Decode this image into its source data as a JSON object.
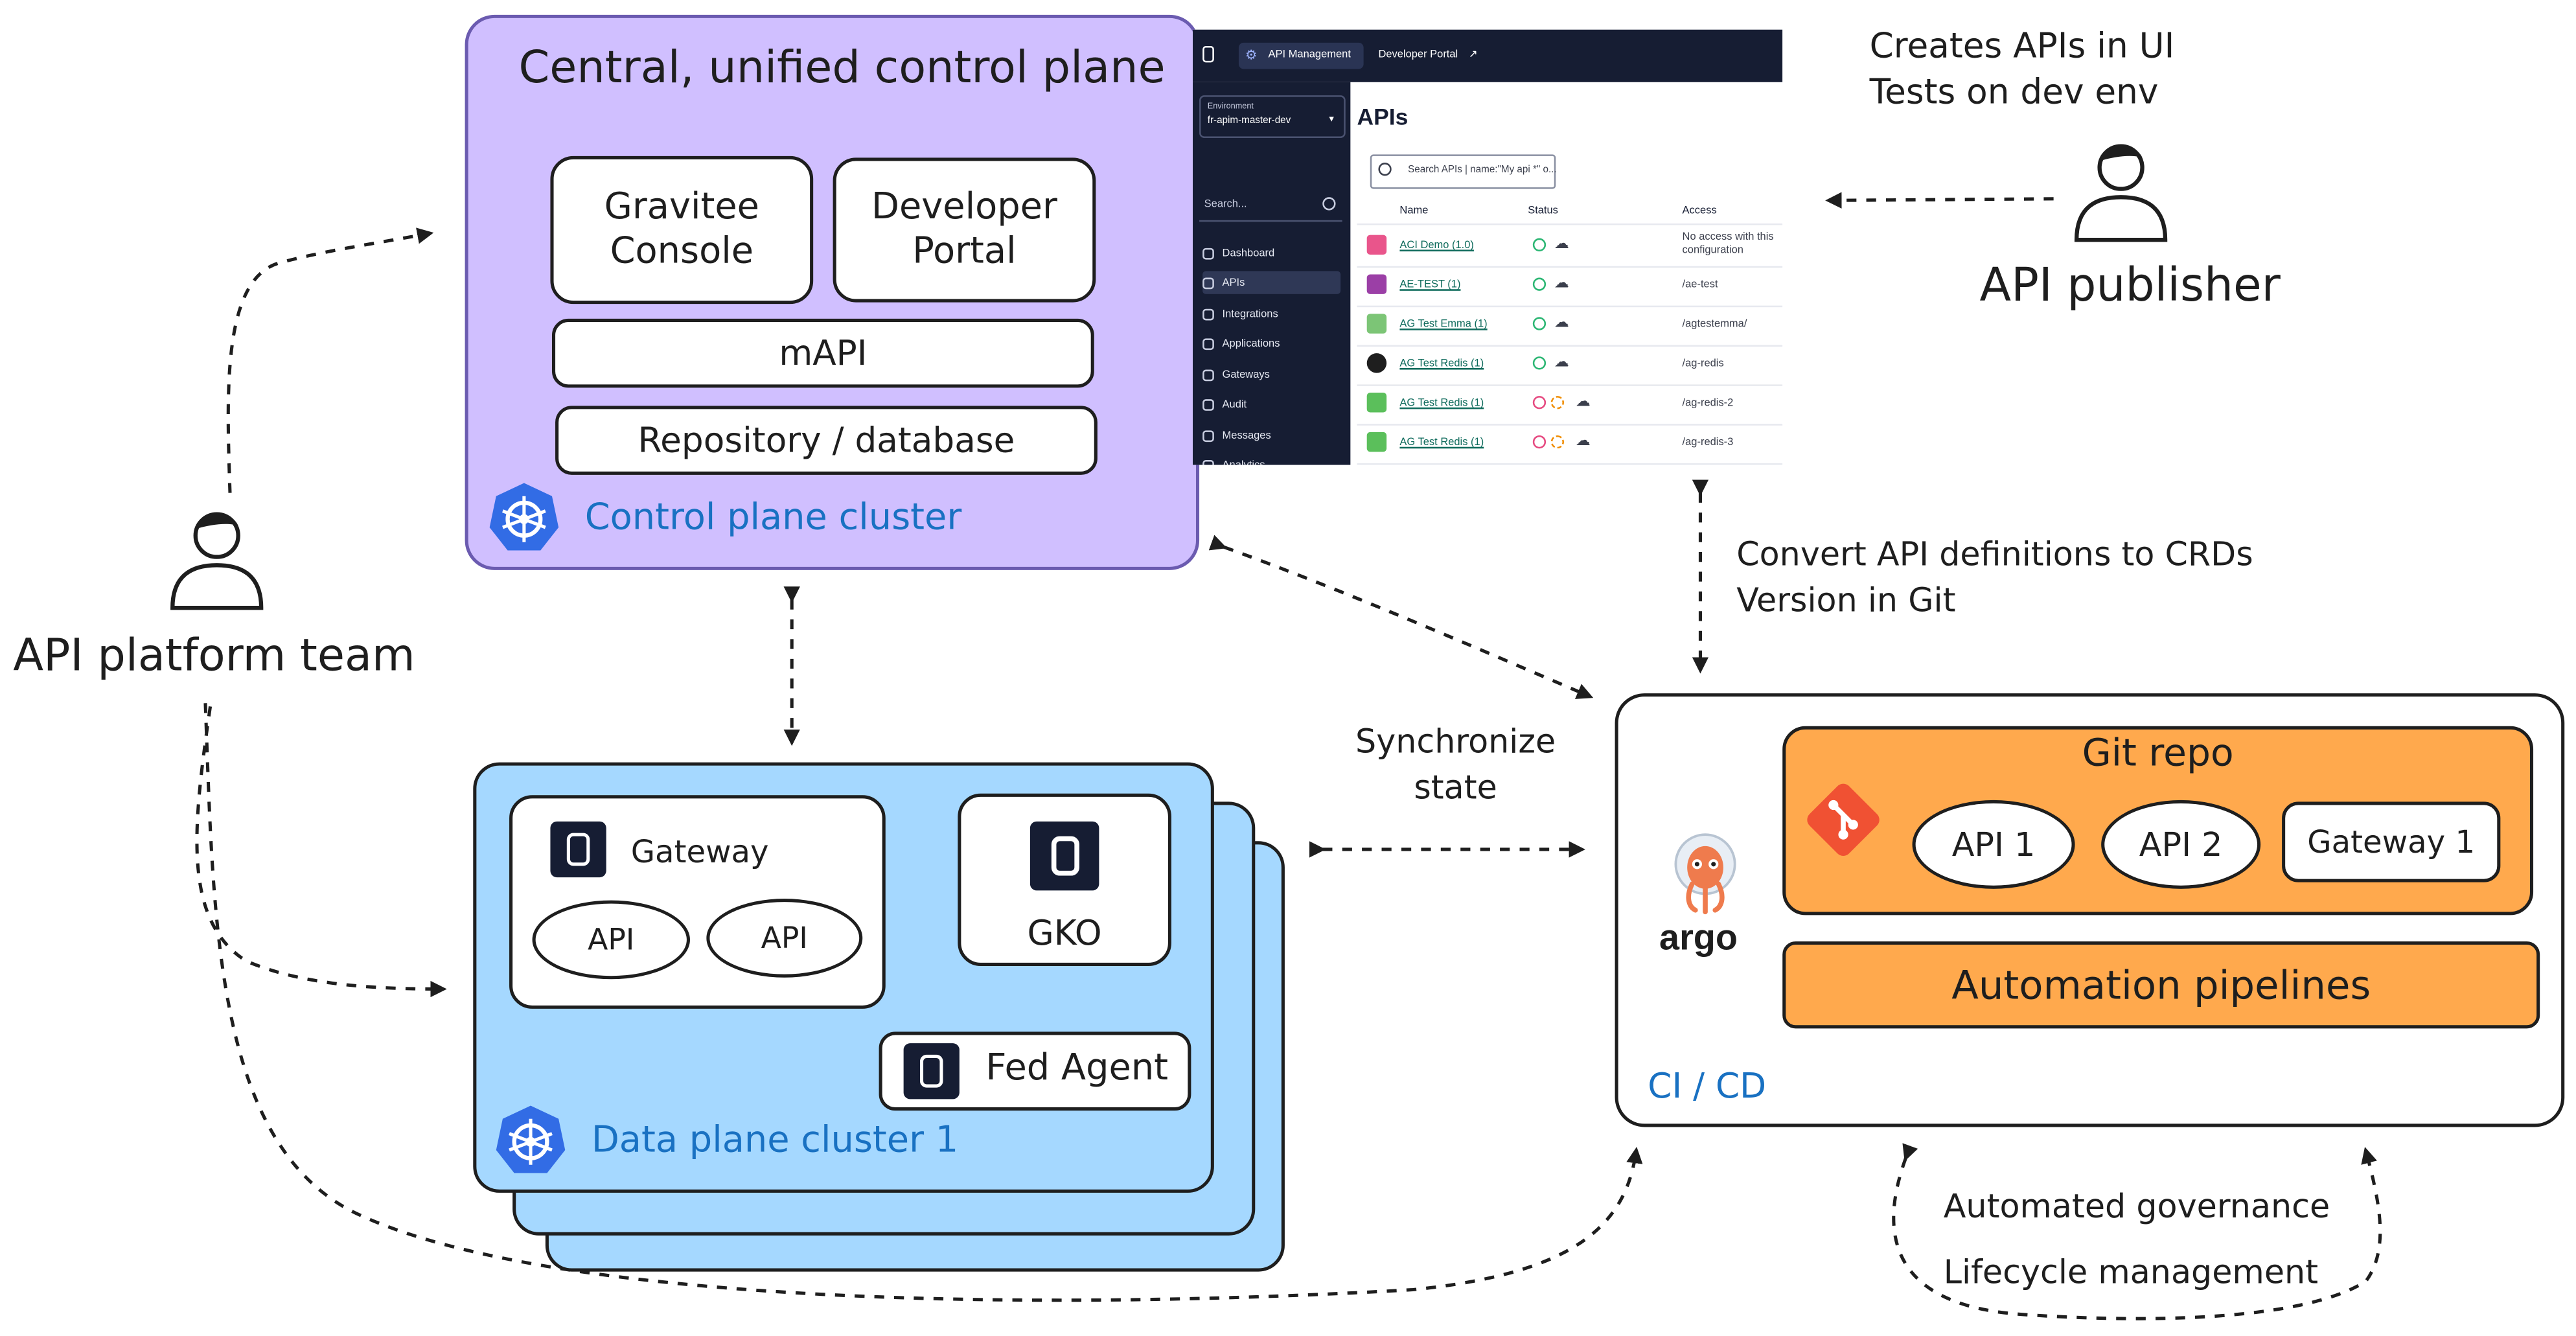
{
  "control_plane": {
    "title": "Central, unified control plane",
    "console": "Gravitee\nConsole",
    "console_line1": "Gravitee",
    "console_line2": "Console",
    "portal_line1": "Developer",
    "portal_line2": "Portal",
    "mapi": "mAPI",
    "repository": "Repository / database",
    "cluster_label": "Control plane cluster"
  },
  "ui_screenshot": {
    "tab_active": "API Management",
    "tab_portal": "Developer Portal",
    "environment_label": "Environment",
    "environment_value": "fr-apim-master-dev",
    "search_placeholder": "Search...",
    "page_title": "APIs",
    "api_search_placeholder": "Search APIs | name:\"My api *\" o...",
    "columns": [
      "Name",
      "Status",
      "Access"
    ],
    "nav": [
      "Dashboard",
      "APIs",
      "Integrations",
      "Applications",
      "Gateways",
      "Audit",
      "Messages",
      "Analytics"
    ],
    "rows": [
      {
        "name": "ACI Demo (1.0)",
        "access": "No access with this configuration",
        "status": "green"
      },
      {
        "name": "AE-TEST (1)",
        "access": "/ae-test",
        "status": "green"
      },
      {
        "name": "AG Test Emma (1)",
        "access": "/agtestemma/",
        "status": "green"
      },
      {
        "name": "AG Test Redis (1)",
        "access": "/ag-redis",
        "status": "green"
      },
      {
        "name": "AG Test Redis (1)",
        "access": "/ag-redis-2",
        "status": "pink"
      },
      {
        "name": "AG Test Redis (1)",
        "access": "/ag-redis-3",
        "status": "pink"
      }
    ]
  },
  "publisher": {
    "note_line1": "Creates APIs in UI",
    "note_line2": "Tests on dev env",
    "label": "API publisher"
  },
  "team": {
    "label": "API platform team"
  },
  "convert_note": {
    "line1": "Convert API definitions to CRDs",
    "line2": "Version in Git"
  },
  "sync_note": {
    "line1": "Synchronize",
    "line2": "state"
  },
  "data_plane": {
    "gateway": "Gateway",
    "api_1": "API",
    "api_2": "API",
    "gko": "GKO",
    "fed_agent": "Fed Agent",
    "cluster_label": "Data plane cluster 1"
  },
  "cicd": {
    "git_title": "Git repo",
    "api_1": "API 1",
    "api_2": "API 2",
    "gateway_1": "Gateway 1",
    "pipelines": "Automation pipelines",
    "label": "CI / CD",
    "argo": "argo"
  },
  "governance_note": {
    "line1": "Automated governance",
    "line2": "Lifecycle management"
  },
  "colors": {
    "control_plane": "#d0bfff",
    "data_plane": "#a5d8ff",
    "git": "#ffa94d",
    "label_blue": "#1971c2",
    "ui_dark": "#161d33",
    "git_logo": "#f05133"
  }
}
